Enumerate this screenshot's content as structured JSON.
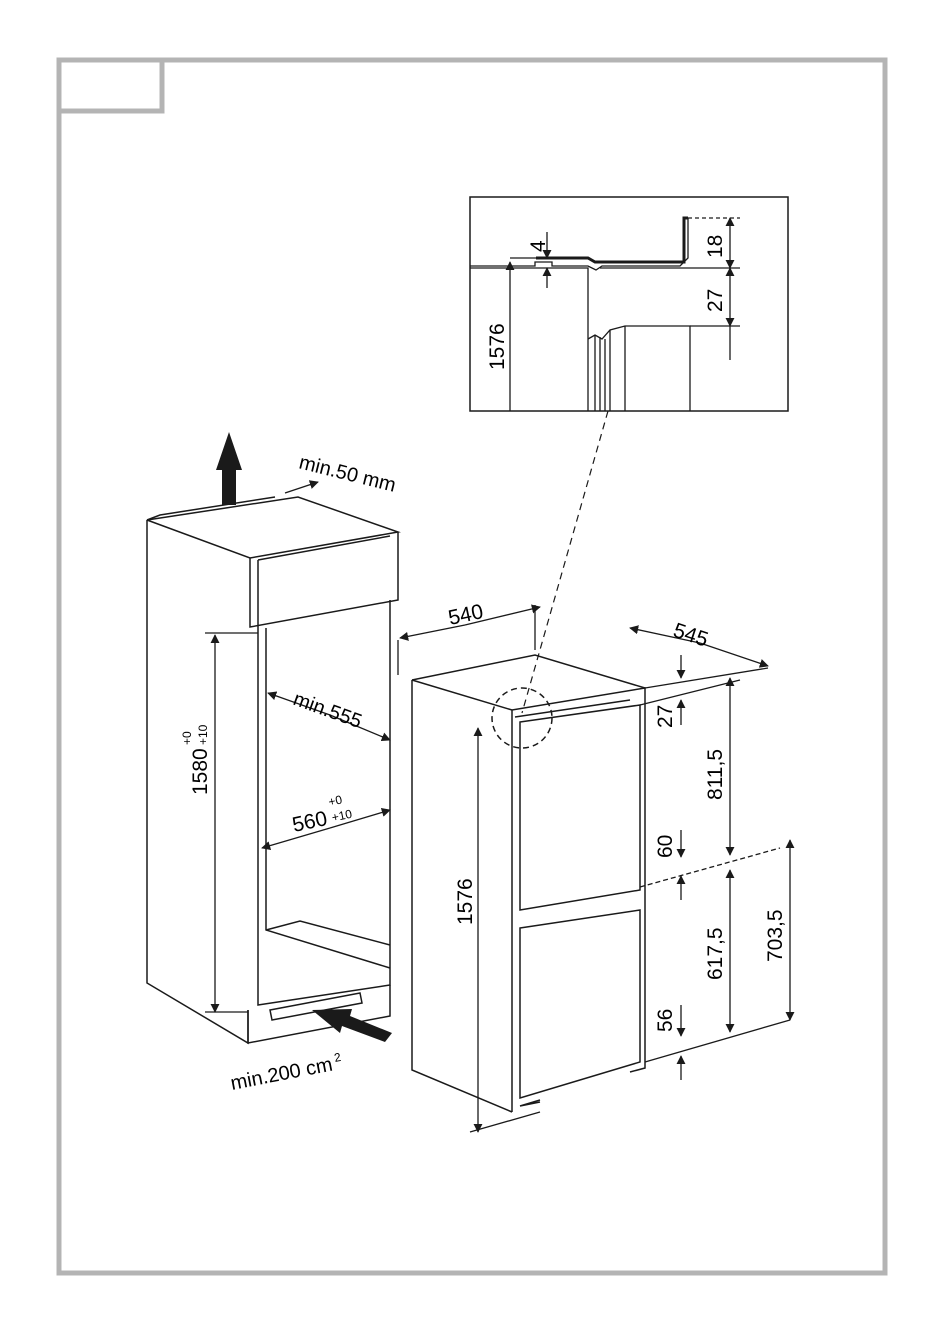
{
  "labels": {
    "min_50_mm": "min.50 mm",
    "min_555": "min.555",
    "min_200_cm": "min.200 cm",
    "cm_superscript": "2",
    "niche_height": "1580",
    "niche_height_tol_upper": "+0",
    "niche_height_tol_lower": "+10",
    "niche_width": "560",
    "niche_width_tol_upper": "+0",
    "niche_width_tol_lower": "+10",
    "appliance_width": "540",
    "appliance_depth": "545",
    "appliance_height": "1576",
    "top_gap": "27",
    "upper_door": "811,5",
    "middle_gap": "60",
    "lower_door": "617,5",
    "lower_section": "703,5",
    "bottom_gap": "56",
    "detail_height": "1576",
    "detail_4": "4",
    "detail_18": "18",
    "detail_27": "27"
  },
  "colors": {
    "frame_gray": "#b4b4b4",
    "line": "#1a1a1a"
  },
  "icons": {
    "airflow_out": "up-arrow-icon",
    "airflow_in": "left-arrow-icon"
  }
}
